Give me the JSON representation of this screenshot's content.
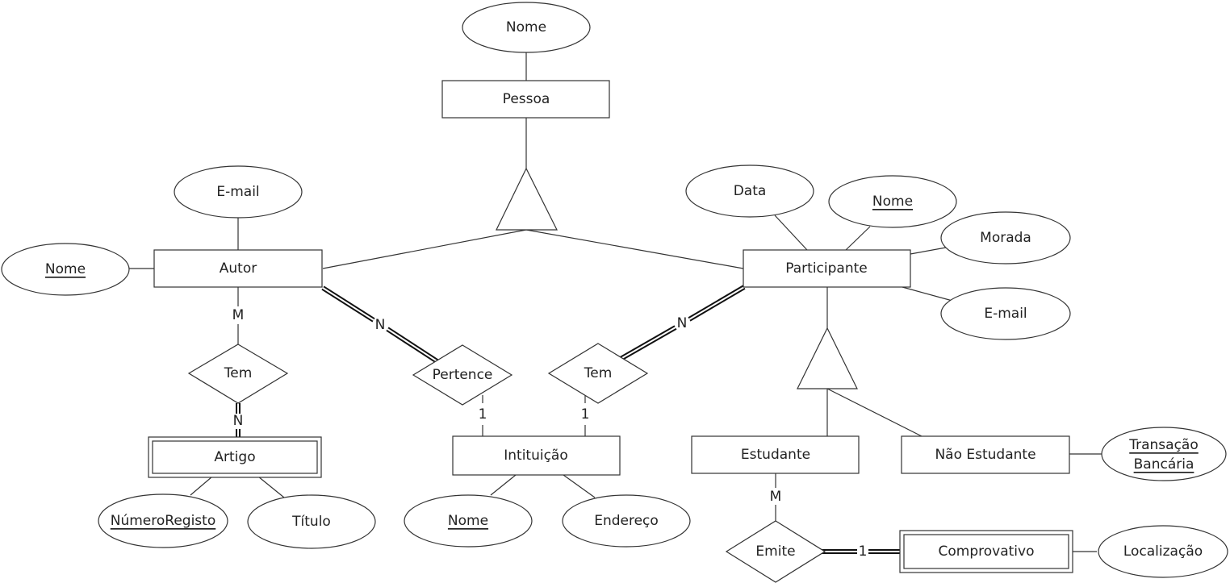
{
  "entities": {
    "pessoa": "Pessoa",
    "autor": "Autor",
    "participante": "Participante",
    "artigo": "Artigo",
    "intituicao": "Intituição",
    "estudante": "Estudante",
    "nao_estudante": "Não Estudante",
    "comprovativo": "Comprovativo"
  },
  "relationships": {
    "tem_autor_artigo": "Tem",
    "pertence": "Pertence",
    "tem_participante_intituicao": "Tem",
    "emite": "Emite"
  },
  "attributes": {
    "pessoa_nome": "Nome",
    "autor_email": "E-mail",
    "autor_nome": "Nome",
    "participante_data": "Data",
    "participante_nome": "Nome",
    "participante_morada": "Morada",
    "participante_email": "E-mail",
    "artigo_numero_registo": "NúmeroRegisto",
    "artigo_titulo": "Título",
    "intituicao_nome": "Nome",
    "intituicao_endereco": "Endereço",
    "transacao_line1": "Transação",
    "transacao_line2": "Bancária",
    "comprovativo_localizacao": "Localização"
  },
  "cardinalities": {
    "autor_tem": "M",
    "tem_artigo": "N",
    "autor_pertence": "N",
    "pertence_intituicao": "1",
    "participante_tem": "N",
    "tem_intituicao": "1",
    "estudante_emite": "M",
    "emite_comprovativo": "1"
  }
}
